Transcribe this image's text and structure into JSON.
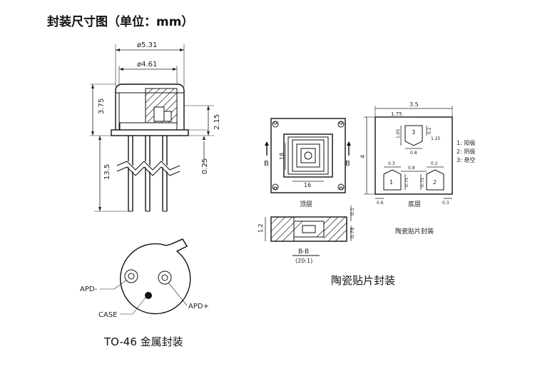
{
  "page_title": "封装尺寸图（单位：mm）",
  "to46": {
    "caption": "TO-46 金属封装",
    "dims": {
      "outer_dia": "ø5.31",
      "inner_dia": "ø4.61",
      "cap_height": "3.75",
      "window_height": "2.15",
      "flange": "0.25",
      "lead_length": "13.5"
    },
    "pins": {
      "apd_minus": "APD-",
      "apd_plus": "APD+",
      "case": "CASE"
    }
  },
  "ceramic": {
    "caption": "陶瓷贴片封装",
    "top_label": "顶层",
    "bottom_label": "底层",
    "section_label": "B-B",
    "section_scale": "(20:1)",
    "smd_label": "陶瓷贴片封装",
    "section_marker": "B",
    "top_dims": {
      "inner": "18",
      "bottom": "16"
    },
    "bottom_dims": {
      "width": "3.5",
      "height": "4",
      "offset": "1.75",
      "pad_w1": "1.05",
      "pad_h": "0.2",
      "pad_gap": "1.25",
      "pad_x": "0.8",
      "pad3_small": "0.3",
      "pad2_w": "0.2",
      "pad_spacing": "0.8",
      "pad_height": "0.75",
      "pad_margin": "0.6",
      "pad_offset": "0.3"
    },
    "section_dims": {
      "height": "1.2",
      "top": "0.1",
      "depth": "0.76"
    },
    "legend": [
      "1: 阳极",
      "2: 阴极",
      "3: 悬空"
    ],
    "pad_numbers": [
      "1",
      "2",
      "3"
    ]
  }
}
